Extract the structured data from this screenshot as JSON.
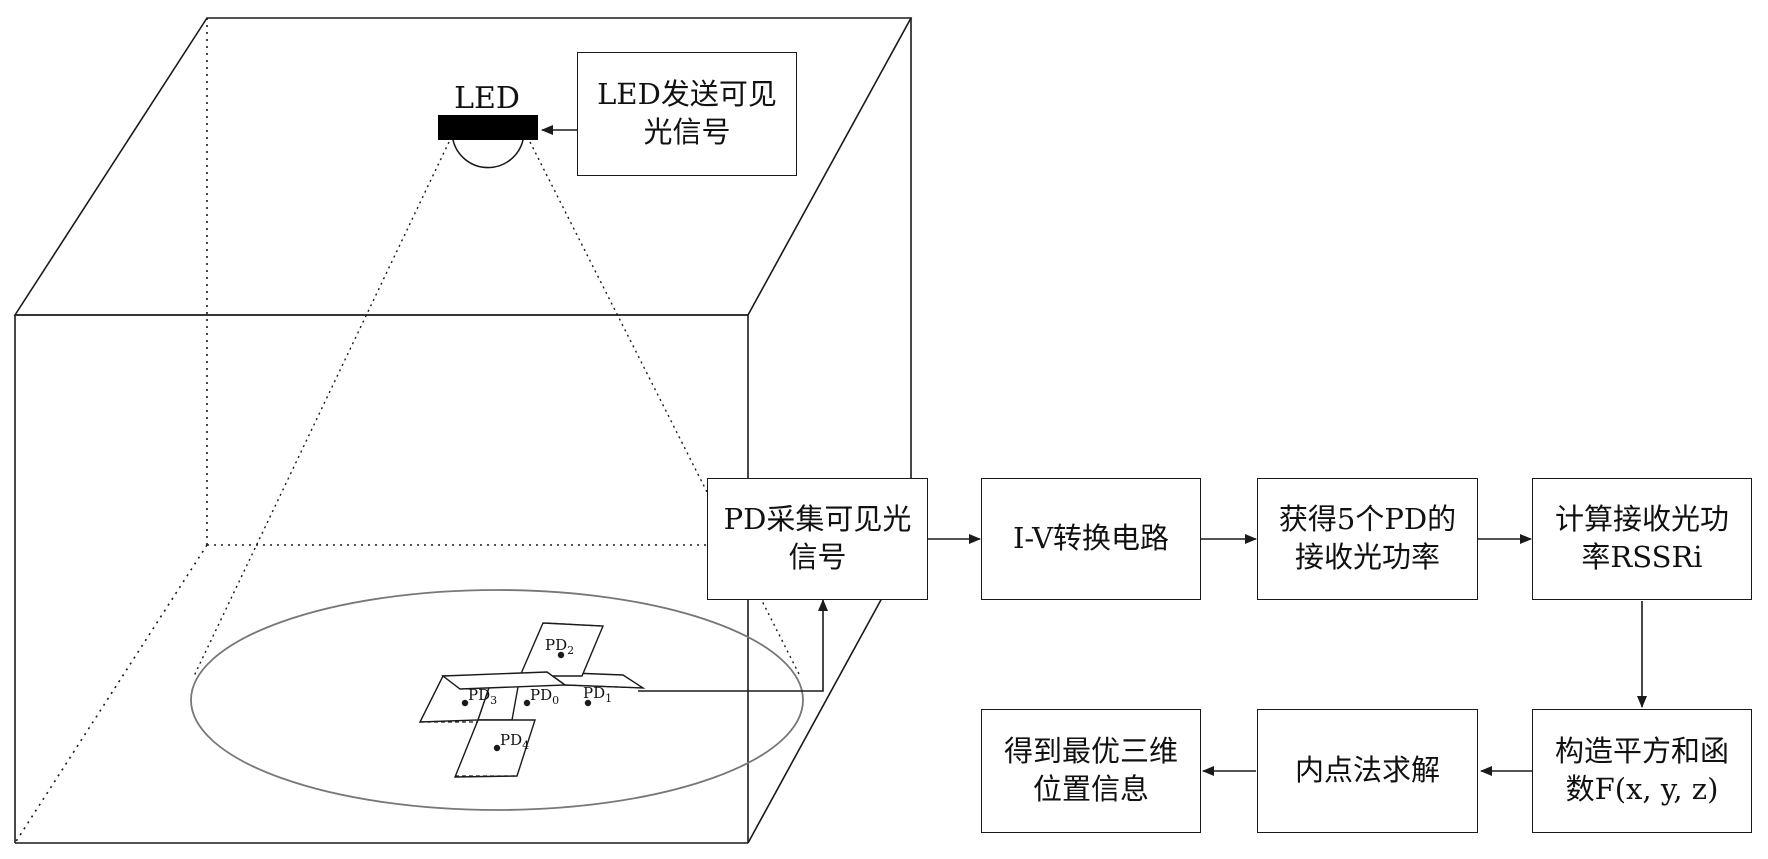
{
  "scene": {
    "led_label": "LED",
    "pd_labels": [
      {
        "id": "pd0",
        "base": "PD",
        "sub": "0"
      },
      {
        "id": "pd1",
        "base": "PD",
        "sub": "1"
      },
      {
        "id": "pd2",
        "base": "PD",
        "sub": "2"
      },
      {
        "id": "pd3",
        "base": "PD",
        "sub": "3"
      },
      {
        "id": "pd4",
        "base": "PD",
        "sub": "4"
      }
    ]
  },
  "boxes": {
    "led_send": {
      "line1": "LED发送可见",
      "line2": "光信号"
    },
    "pd_collect": {
      "line1": "PD采集可见光",
      "line2": "信号"
    },
    "iv_circuit": {
      "line1": "I-V转换电路"
    },
    "get_power": {
      "line1": "获得5个PD的",
      "line2": "接收光功率"
    },
    "calc_rss": {
      "line1": "计算接收光功",
      "line2": "率RSSRi"
    },
    "construct_func": {
      "line1": "构造平方和函",
      "line2": "数F(x, y, z)"
    },
    "interior_point": {
      "line1": "内点法求解"
    },
    "optimal_pos": {
      "line1": "得到最优三维",
      "line2": "位置信息"
    }
  },
  "colors": {
    "line": "#1a1a1a",
    "ellipse": "#777777",
    "fill_led": "#000000"
  }
}
